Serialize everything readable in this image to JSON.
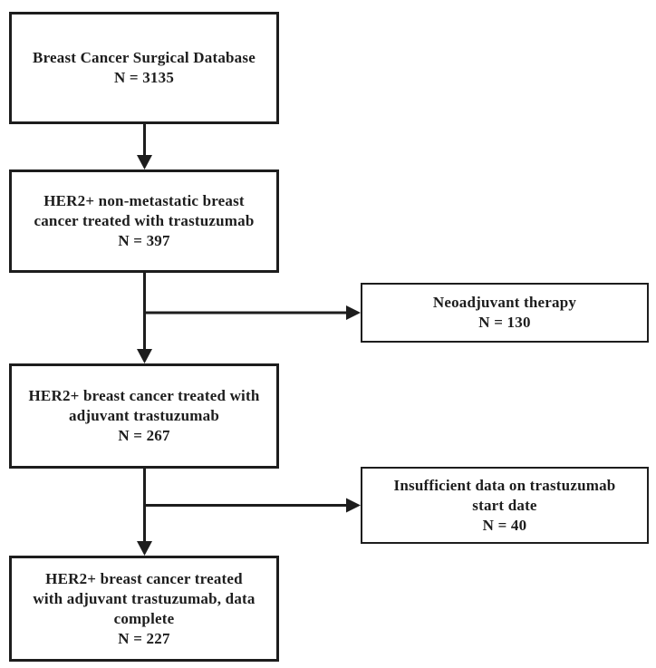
{
  "diagram": {
    "type": "flowchart",
    "line_color": "#1d1d1d",
    "background_color": "#ffffff",
    "nodes": {
      "db": {
        "text": "Breast Cancer Surgical Database\nN = 3135",
        "label": "Breast Cancer Surgical Database",
        "n": 3135
      },
      "her2_nonmet": {
        "text": "HER2+ non-metastatic breast\ncancer treated with trastuzumab\nN = 397",
        "label": "HER2+ non-metastatic breast cancer treated with trastuzumab",
        "n": 397
      },
      "neoadjuvant": {
        "text": "Neoadjuvant therapy\nN = 130",
        "label": "Neoadjuvant therapy",
        "n": 130
      },
      "adjuvant": {
        "text": "HER2+ breast cancer treated with\nadjuvant trastuzumab\nN = 267",
        "label": "HER2+ breast cancer treated with adjuvant trastuzumab",
        "n": 267
      },
      "insufficient": {
        "text": "Insufficient data on trastuzumab\nstart date\nN = 40",
        "label": "Insufficient data on trastuzumab start date",
        "n": 40
      },
      "complete": {
        "text": "HER2+ breast cancer treated\nwith adjuvant trastuzumab, data\ncomplete\nN = 227",
        "label": "HER2+ breast cancer treated with adjuvant trastuzumab, data complete",
        "n": 227
      }
    },
    "edges": [
      {
        "from": "db",
        "to": "her2_nonmet",
        "direction": "down"
      },
      {
        "from": "her2_nonmet",
        "to": "adjuvant",
        "direction": "down"
      },
      {
        "from": "her2_nonmet",
        "to": "neoadjuvant",
        "direction": "right",
        "kind": "exclusion"
      },
      {
        "from": "adjuvant",
        "to": "complete",
        "direction": "down"
      },
      {
        "from": "adjuvant",
        "to": "insufficient",
        "direction": "right",
        "kind": "exclusion"
      }
    ]
  }
}
